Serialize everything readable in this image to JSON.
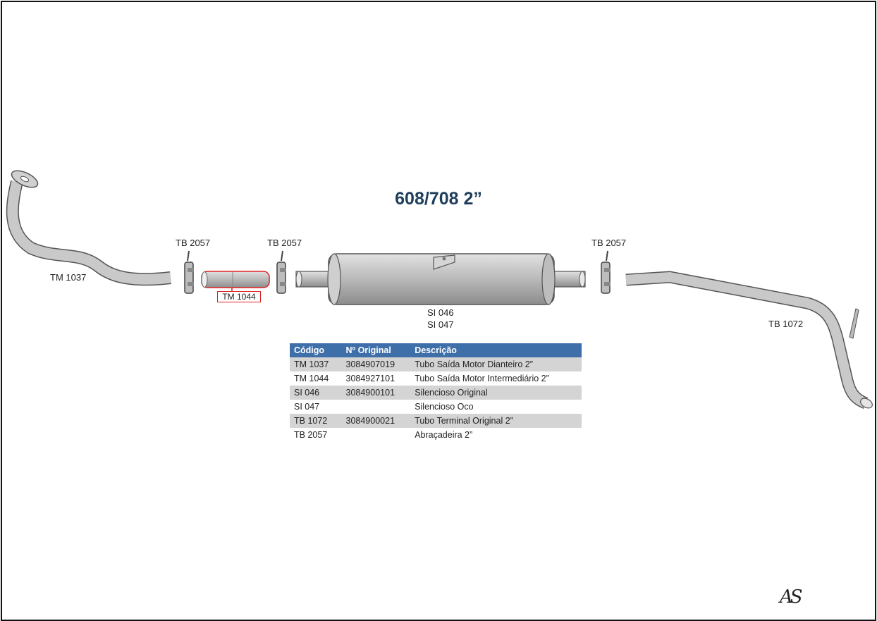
{
  "title": "608/708 2”",
  "labels": {
    "tm1037": "TM 1037",
    "tm1044": "TM 1044",
    "tb2057_a": "TB 2057",
    "tb2057_b": "TB 2057",
    "tb2057_c": "TB 2057",
    "si046": "SI 046",
    "si047": "SI 047",
    "tb1072": "TB 1072"
  },
  "table": {
    "headers": [
      "Código",
      "Nº Original",
      "Descrição"
    ],
    "rows": [
      [
        "TM 1037",
        "3084907019",
        "Tubo Saída Motor Dianteiro 2”"
      ],
      [
        "TM 1044",
        "3084927101",
        "Tubo Saída Motor Intermediário 2”"
      ],
      [
        "SI 046",
        "3084900101",
        "Silencioso Original"
      ],
      [
        "SI 047",
        "",
        "Silencioso Oco"
      ],
      [
        "TB 1072",
        "3084900021",
        "Tubo Terminal Original 2”"
      ],
      [
        "TB 2057",
        "",
        "Abraçadeira 2”"
      ]
    ]
  },
  "signature": "AS",
  "colors": {
    "header": "#3f6fa8",
    "title": "#1f3d5c",
    "highlight": "#dd2222",
    "part_fill": "#c8c8c8",
    "part_stroke": "#555555"
  }
}
